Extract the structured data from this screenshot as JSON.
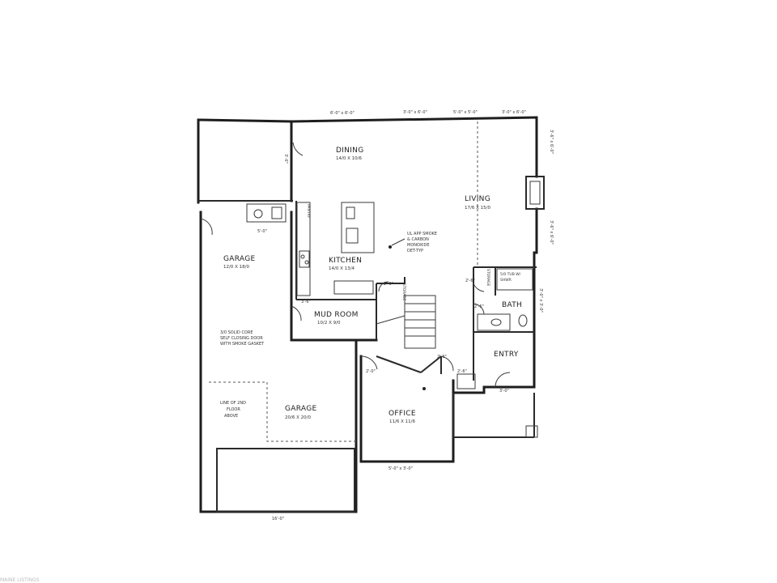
{
  "rooms": {
    "dining": {
      "name": "DINING",
      "size": "14/0 X 10/6"
    },
    "living": {
      "name": "LIVING",
      "size": "17/6 X 15/0"
    },
    "kitchen": {
      "name": "KITCHEN",
      "size": "14/0 X 13/4"
    },
    "garage_a": {
      "name": "GARAGE",
      "size": "12/0 X 18/0"
    },
    "mudroom": {
      "name": "MUD ROOM",
      "size": "10/2 X 9/0"
    },
    "bath": {
      "name": "BATH"
    },
    "entry": {
      "name": "ENTRY"
    },
    "garage_b": {
      "name": "GARAGE",
      "size": "20/6 X 20/0"
    },
    "office": {
      "name": "OFFICE",
      "size": "11/6 X 11/6"
    }
  },
  "labels": {
    "storage_1": "STORAGE",
    "storage_2": "STORAGE",
    "pantry": "PANTRY",
    "tub": "5/0 TUB W/",
    "tub2": "SHWR"
  },
  "notes": {
    "smoke": [
      "UL APP SMOKE",
      "& CARBON",
      "MONOXIDE",
      "DET-TYP"
    ],
    "door": [
      "3/0 SOLID CORE",
      "SELF CLOSING DOOR",
      "WITH SMOKE GASKET"
    ],
    "line": [
      "LINE OF 2ND",
      "FLOOR",
      "ABOVE"
    ]
  },
  "dims": {
    "top1": "6'-0\" x 6'-0\"",
    "top2": "3'-0\" x 6'-0\"",
    "top3": "5'-0\" x 5'-0\"",
    "top4": "3'-0\" x 6'-0\"",
    "right1": "3'-6\" x 6'-0\"",
    "right2": "3'-6\" x 6'-0\"",
    "right3": "3'-0\" x 3'-0\"",
    "left1": "3'-0\"",
    "garage_sink": "5'-0\"",
    "kitchen_w": "3'-6\"",
    "stor1": "2'-6\"",
    "stor2": "2'-6\"",
    "bath_d": "2'-6\"",
    "office_top": "2'-0\"",
    "office_bot": "5'-0\" x 3'-0\"",
    "entry_bot": "3'-0\"",
    "hall": "2'-6\"",
    "entry_side": "2'-6\"",
    "garage_w": "16'-0\""
  },
  "watermark": "MAINE LISTINGS"
}
